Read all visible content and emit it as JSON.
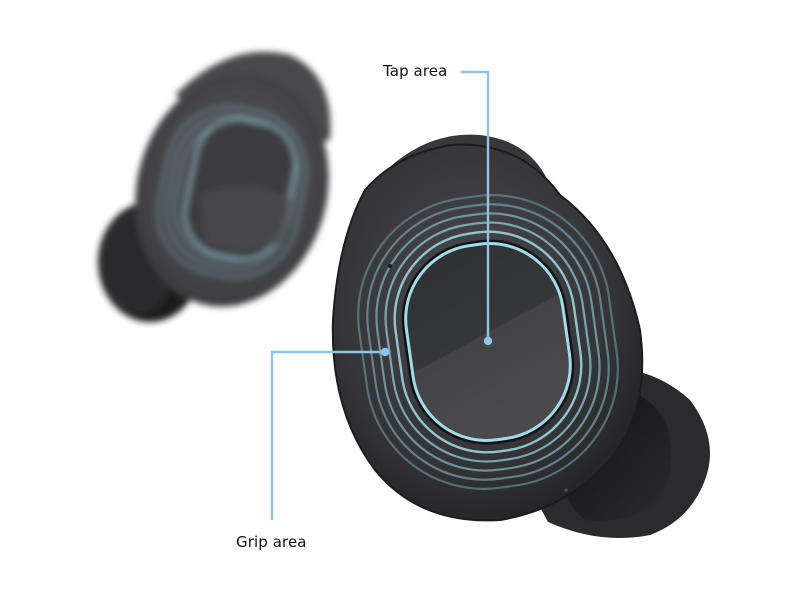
{
  "callouts": {
    "tap": {
      "label": "Tap area"
    },
    "grip": {
      "label": "Grip area"
    }
  },
  "colors": {
    "background": "#ffffff",
    "leader_line": "#8EC4EC",
    "earbud_body": "#3a3a3d",
    "earbud_dark": "#1e1e20",
    "touch_ring": "#9FDCEA",
    "label_text": "#111111"
  },
  "illustration": {
    "subject": "wireless earbuds",
    "foreground_earbud": "right earbud, in focus",
    "background_earbud": "left earbud, blurred"
  }
}
